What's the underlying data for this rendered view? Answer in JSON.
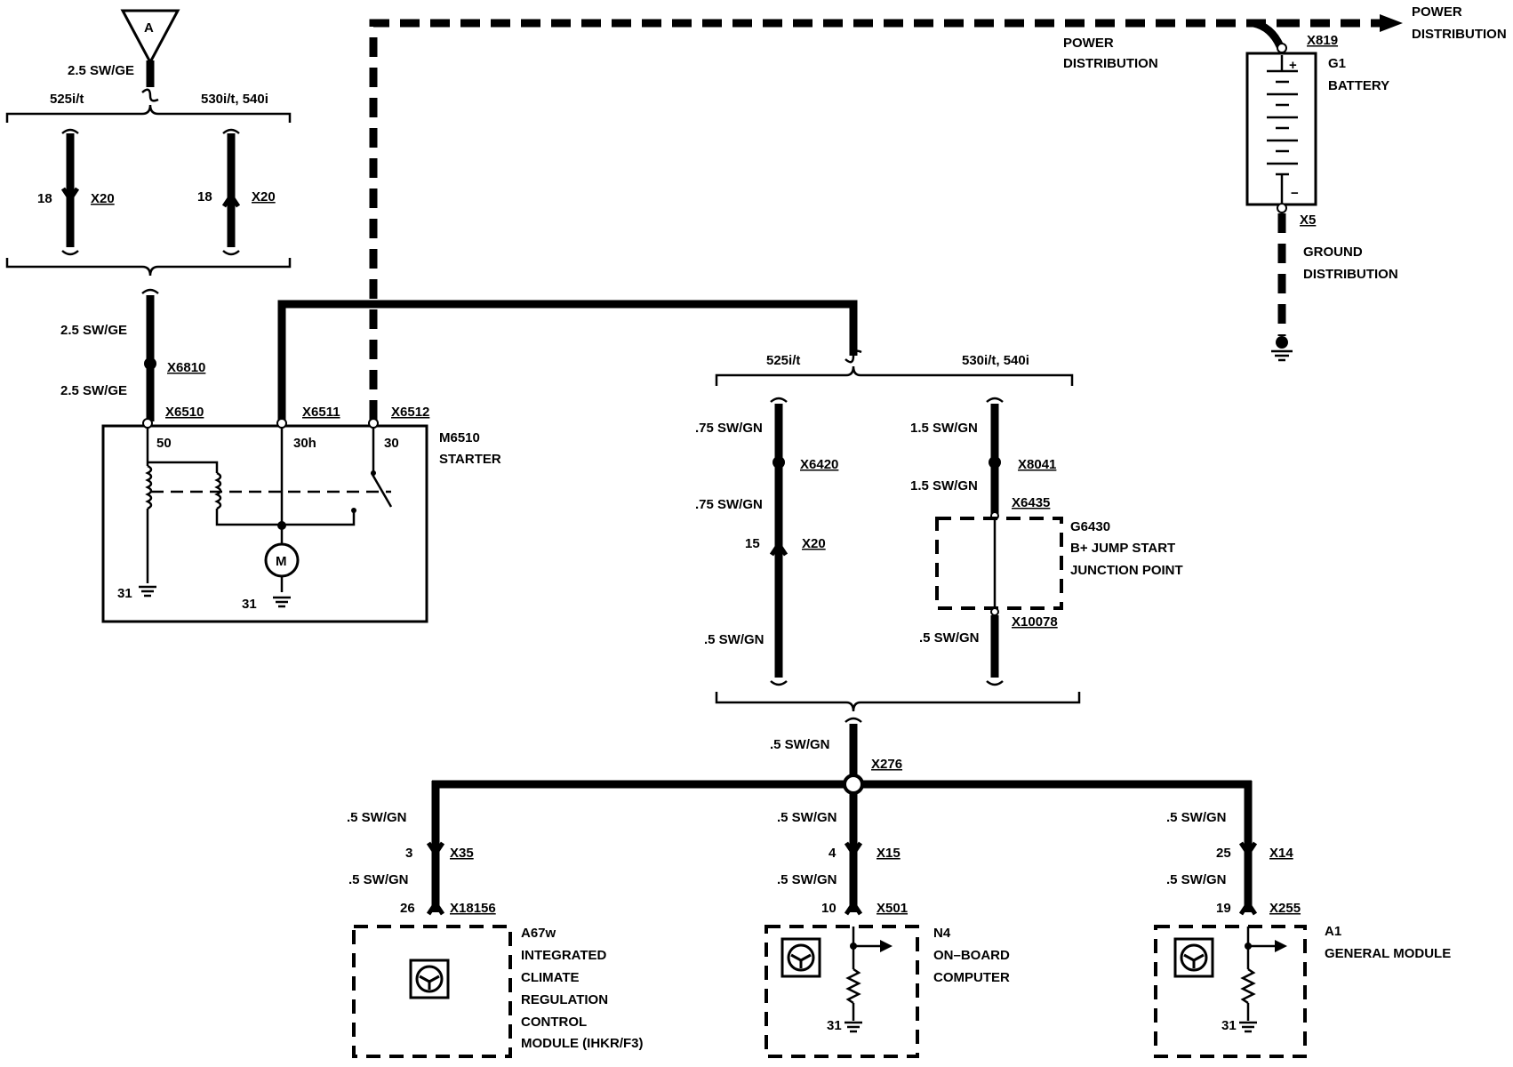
{
  "top_left": {
    "connector_a": "A",
    "wire_top": "2.5 SW/GE",
    "variant_left": "525i/t",
    "variant_right": "530i/t, 540i",
    "pin_left": "18",
    "conn_left": "X20",
    "pin_right": "18",
    "conn_right": "X20",
    "wire_mid": "2.5 SW/GE",
    "conn_x6810": "X6810",
    "wire_low": "2.5 SW/GE"
  },
  "starter": {
    "conn_50": "X6510",
    "conn_30h": "X6511",
    "conn_30": "X6512",
    "pin_50": "50",
    "pin_30h": "30h",
    "pin_30": "30",
    "id": "M6510",
    "name": "STARTER",
    "gnd_left": "31",
    "gnd_motor": "31",
    "motor": "M"
  },
  "top_right": {
    "power_dist_mid_1": "POWER",
    "power_dist_mid_2": "DISTRIBUTION",
    "power_dist_right_1": "POWER",
    "power_dist_right_2": "DISTRIBUTION",
    "conn_x819": "X819",
    "battery_id": "G1",
    "battery_name": "BATTERY",
    "conn_x5": "X5",
    "ground_dist_1": "GROUND",
    "ground_dist_2": "DISTRIBUTION",
    "plus": "+",
    "minus": "−"
  },
  "middle": {
    "variant_left": "525i/t",
    "variant_right": "530i/t, 540i",
    "wire_l1": ".75 SW/GN",
    "conn_x6420": "X6420",
    "wire_l2": ".75 SW/GN",
    "pin_15": "15",
    "conn_x20": "X20",
    "wire_l3": ".5 SW/GN",
    "wire_r1": "1.5 SW/GN",
    "conn_x8041": "X8041",
    "wire_r2": "1.5 SW/GN",
    "conn_x6435": "X6435",
    "g6430_id": "G6430",
    "g6430_l1": "B+ JUMP START",
    "g6430_l2": "JUNCTION POINT",
    "conn_x10078": "X10078",
    "wire_r3": ".5 SW/GN",
    "wire_join": ".5 SW/GN",
    "conn_x276": "X276"
  },
  "bottom": {
    "left_wire1": ".5 SW/GN",
    "left_pin1": "3",
    "left_conn1": "X35",
    "left_wire2": ".5 SW/GN",
    "left_pin2": "26",
    "left_conn2": "X18156",
    "mod_left_lines": [
      "A67w",
      "INTEGRATED",
      "CLIMATE",
      "REGULATION",
      "CONTROL",
      "MODULE (IHKR/F3)"
    ],
    "mid_wire1": ".5 SW/GN",
    "mid_pin1": "4",
    "mid_conn1": "X15",
    "mid_wire2": ".5 SW/GN",
    "mid_pin2": "10",
    "mid_conn2": "X501",
    "mod_mid_lines": [
      "N4",
      "ON–BOARD",
      "COMPUTER"
    ],
    "mid_gnd": "31",
    "right_wire1": ".5 SW/GN",
    "right_pin1": "25",
    "right_conn1": "X14",
    "right_wire2": ".5 SW/GN",
    "right_pin2": "19",
    "right_conn2": "X255",
    "mod_right_lines": [
      "A1",
      "GENERAL MODULE"
    ],
    "right_gnd": "31"
  }
}
